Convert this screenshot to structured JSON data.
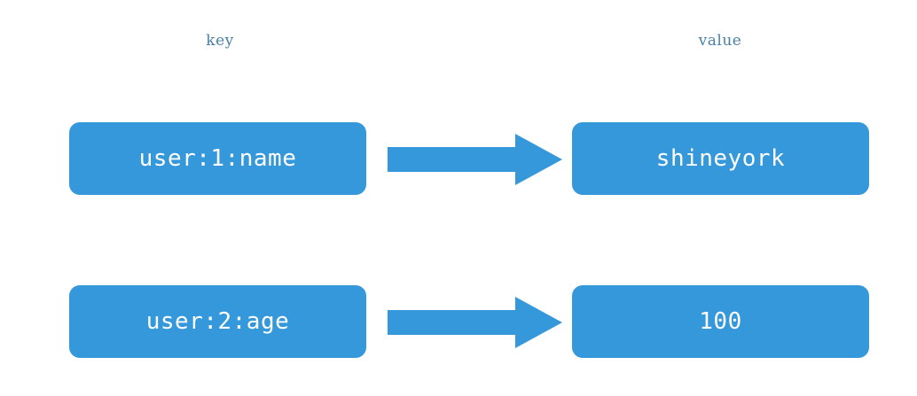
{
  "theme": {
    "background": "#ffffff",
    "box_fill": "#3498db",
    "box_text": "#ffffff",
    "label_color": "#4a7fa5",
    "arrow_fill": "#3498db"
  },
  "columns": {
    "key_label": "key",
    "value_label": "value"
  },
  "pairs": [
    {
      "key": "user:1:name",
      "value": "shineyork",
      "arrow": "right-arrow-icon"
    },
    {
      "key": "user:2:age",
      "value": "100",
      "arrow": "right-arrow-icon"
    }
  ]
}
